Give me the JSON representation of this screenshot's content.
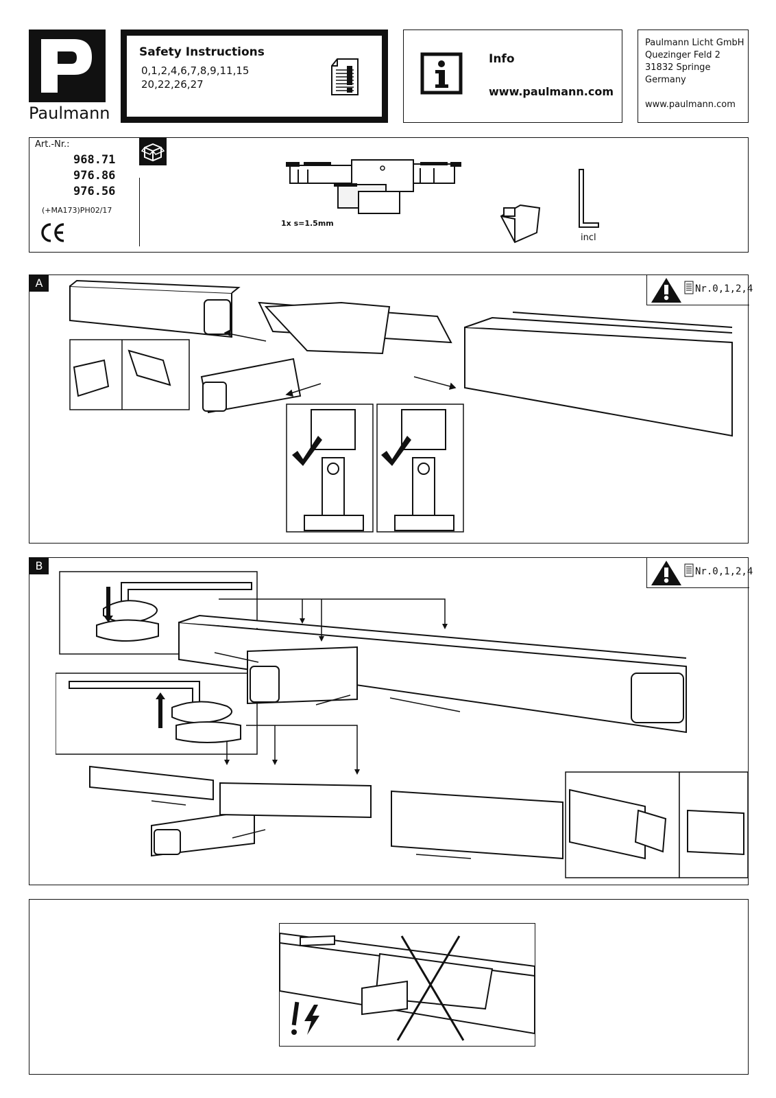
{
  "brand": {
    "name": "Paulmann",
    "logo_letter": "P"
  },
  "safety": {
    "title": "Safety Instructions",
    "line1": "0,1,2,4,6,7,8,9,11,15",
    "line2": "20,22,26,27"
  },
  "info": {
    "label": "Info",
    "url": "www.paulmann.com"
  },
  "address": {
    "company": "Paulmann Licht GmbH",
    "street": "Quezinger Feld 2",
    "city": "31832 Springe",
    "country": "Germany",
    "web": "www.paulmann.com"
  },
  "article": {
    "label": "Art.-Nr.:",
    "numbers": [
      "968.71",
      "976.86",
      "976.56"
    ],
    "code": "(+MA173)PH02/17",
    "ce_mark": "CE"
  },
  "parts": {
    "tool_note": "1x s=1.5mm",
    "incl_label": "incl"
  },
  "sections": [
    {
      "letter": "A",
      "warn_ref": "Nr.0,1,2,4"
    },
    {
      "letter": "B",
      "warn_ref": "Nr.0,1,2,4"
    }
  ],
  "colors": {
    "ink": "#111111",
    "paper": "#ffffff",
    "grey": "#e6e6e6"
  },
  "icons": [
    "document-warning-icon",
    "info-icon",
    "box-icon",
    "hex-key-icon",
    "warning-triangle-icon",
    "checkmark-icon",
    "electric-hazard-icon"
  ]
}
